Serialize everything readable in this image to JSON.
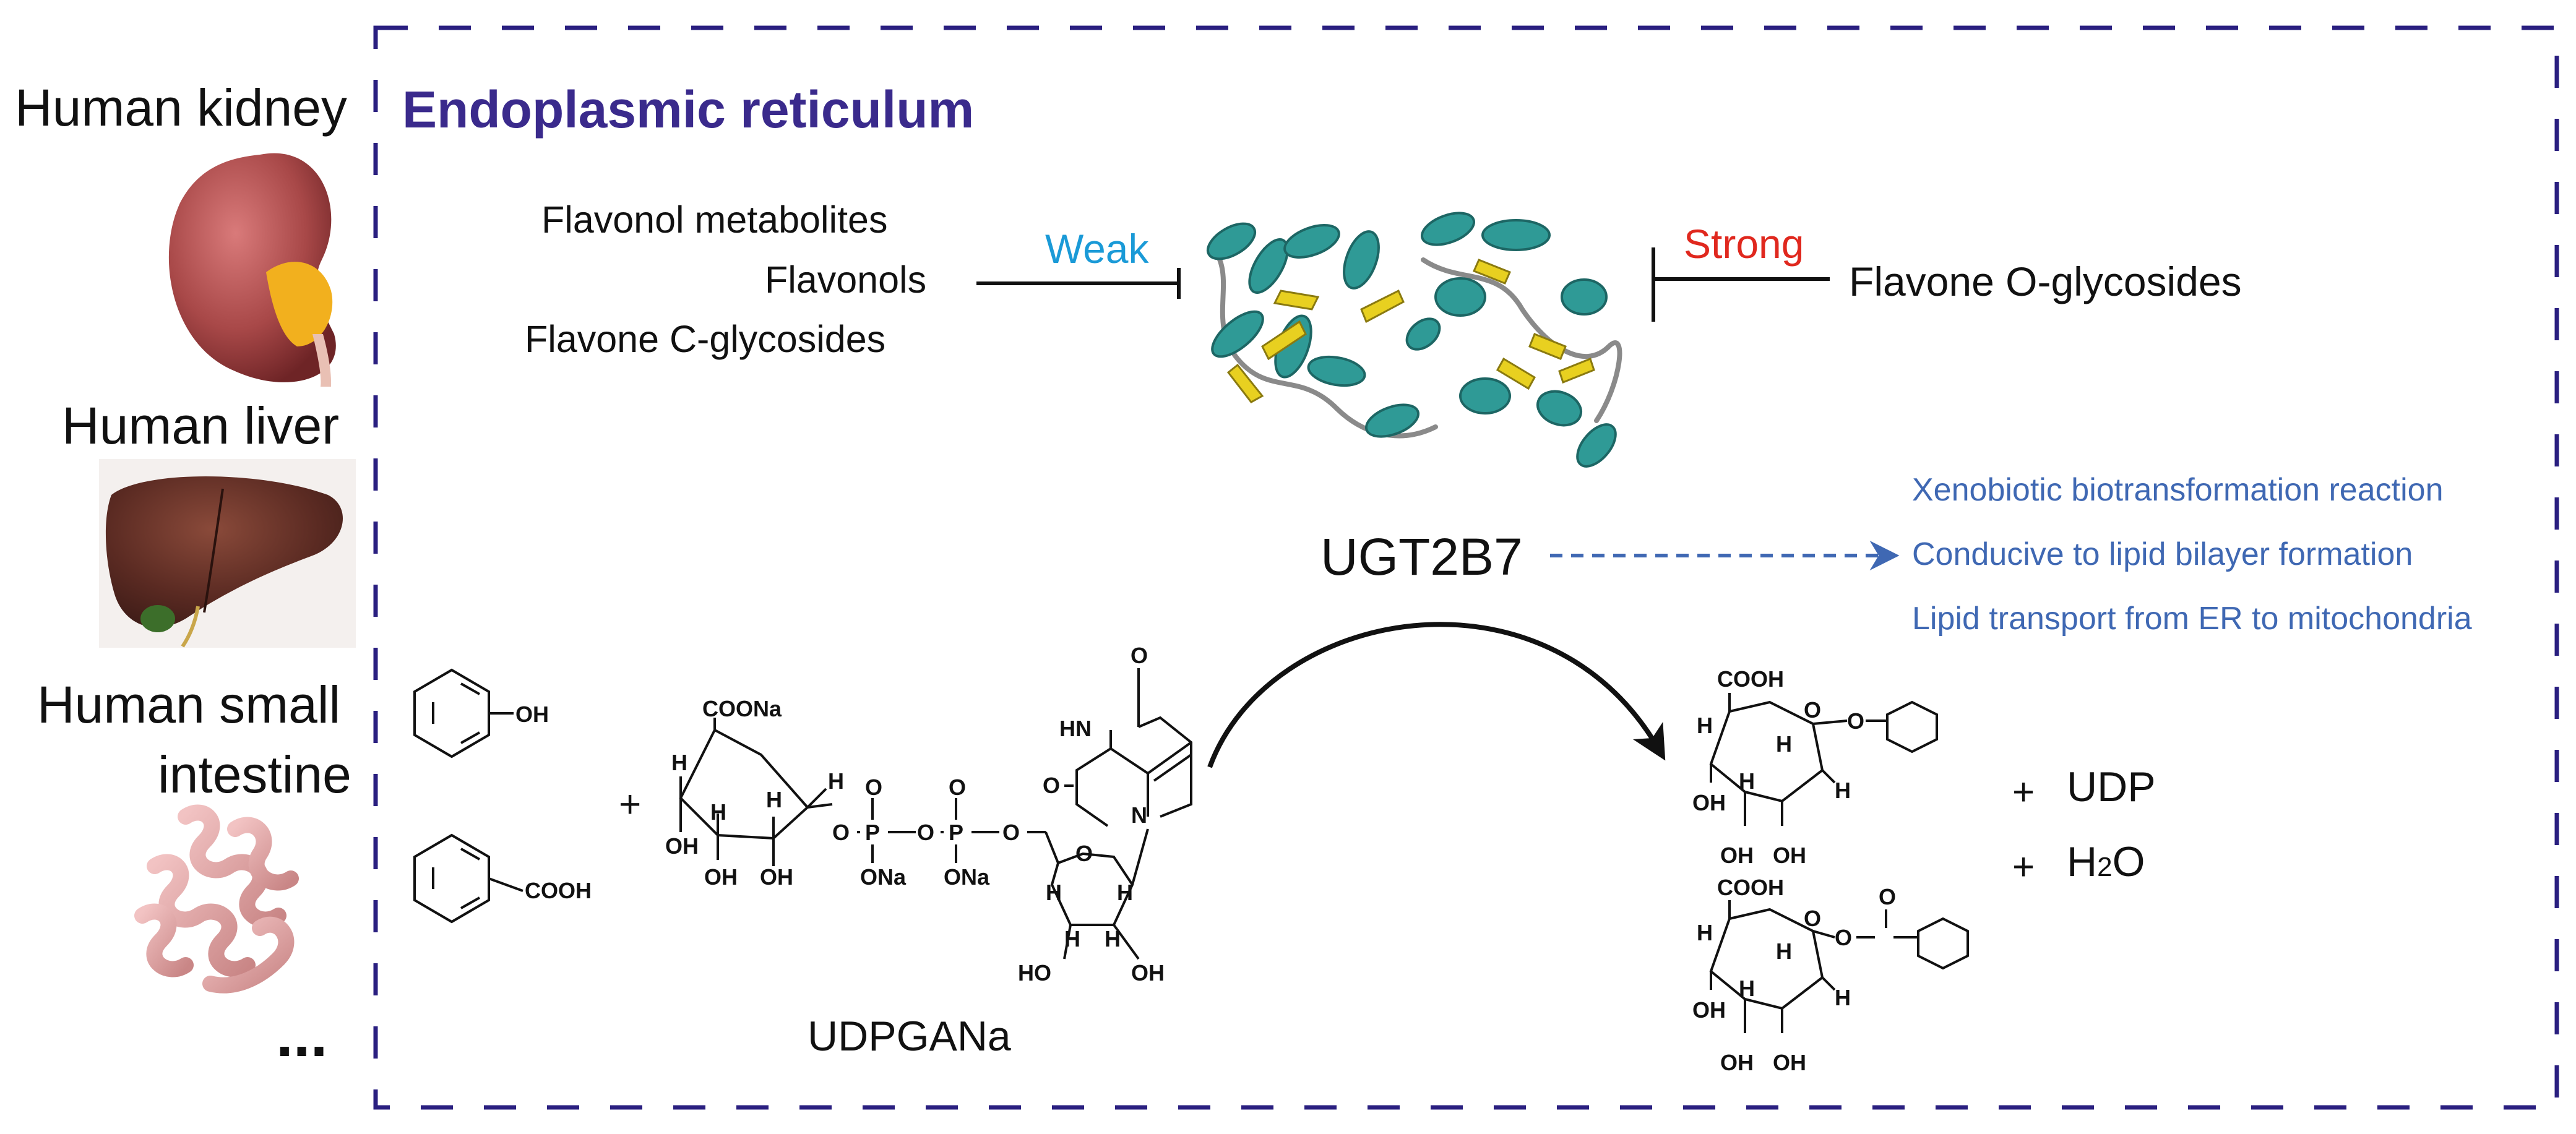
{
  "organs": {
    "kidney": "Human kidney",
    "liver": "Human liver",
    "intestine_line1": "Human small",
    "intestine_line2": "intestine",
    "more": "..."
  },
  "region_title": "Endoplasmic reticulum",
  "inhibitors_left": [
    "Flavonol metabolites",
    "Flavonols",
    "Flavone C-glycosides"
  ],
  "inhibition": {
    "weak": "Weak",
    "strong": "Strong"
  },
  "inhibitor_right": "Flavone O-glycosides",
  "enzyme": "UGT2B7",
  "functions": [
    "Xenobiotic biotransformation reaction",
    "Conducive to lipid bilayer formation",
    "Lipid transport from ER to mitochondria"
  ],
  "reaction": {
    "plus": "+",
    "cofactor_name": "UDPGANa",
    "product_udp": "UDP",
    "product_water_h": "H",
    "product_water_sub": "2",
    "product_water_o": "O"
  },
  "chem_labels": {
    "oh": "OH",
    "cooh": "COOH",
    "coona": "COONa",
    "h": "H",
    "o": "O",
    "p": "P",
    "ona": "ONa",
    "n": "N",
    "hn": "HN",
    "ho": "HO"
  },
  "colors": {
    "frame": "#2a1f80",
    "title": "#3a2a8c",
    "weak": "#1a9ad7",
    "strong": "#e0281e",
    "dashed_arrow": "#3f68b3",
    "function_text": "#3f68b3",
    "protein_helix": "#2f9a96",
    "protein_sheet": "#e8d020"
  },
  "icons": [
    "kidney-icon",
    "liver-icon",
    "small-intestine-icon",
    "protein-structure-icon"
  ]
}
